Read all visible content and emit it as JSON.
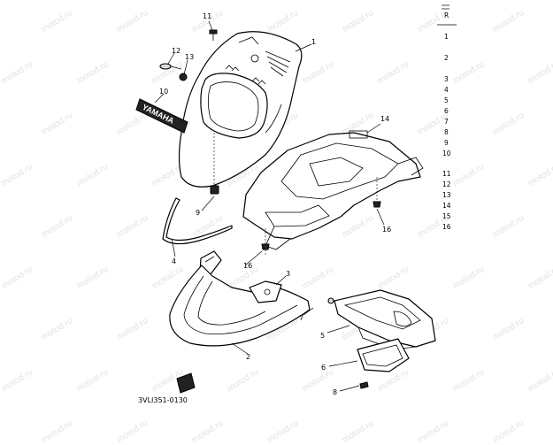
{
  "watermark": "motod.ru",
  "drawing_code": "3VLI351-0130",
  "brand_decal_text": "YAMAHA",
  "callouts": {
    "p1": "1",
    "p2": "2",
    "p3": "3",
    "p4": "4",
    "p5": "5",
    "p6": "6",
    "p7": "7",
    "p8": "8",
    "p9": "9",
    "p10": "10",
    "p11": "11",
    "p12": "12",
    "p13": "13",
    "p14": "14",
    "p16a": "16",
    "p16b": "16"
  },
  "reference_column": {
    "header": "R",
    "rows": [
      "1",
      "2",
      "3",
      "4",
      "5",
      "6",
      "7",
      "8",
      "9",
      "10",
      "11",
      "12",
      "13",
      "14",
      "15",
      "16"
    ]
  }
}
